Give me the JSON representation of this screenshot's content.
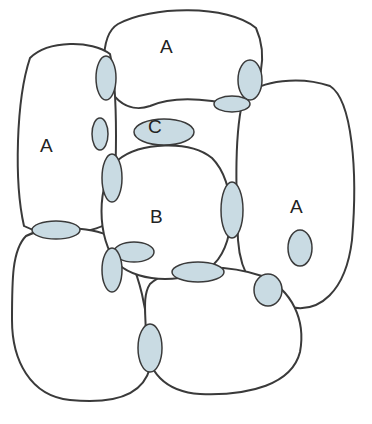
{
  "diagram": {
    "labels": [
      "A",
      "C",
      "A",
      "A",
      "B"
    ]
  }
}
